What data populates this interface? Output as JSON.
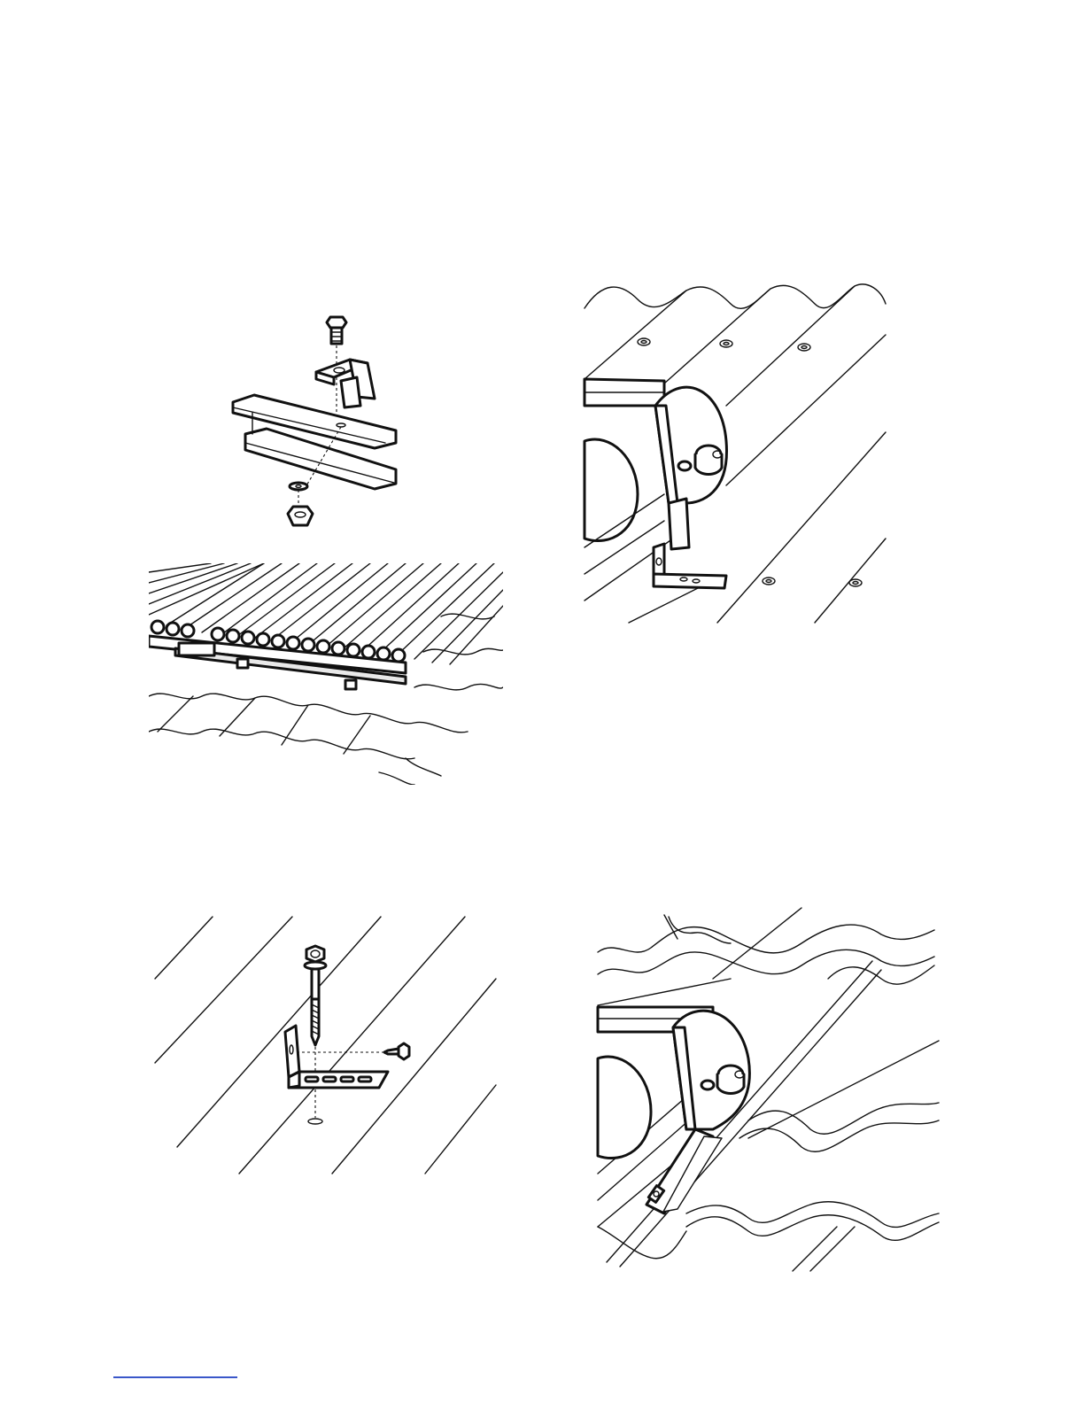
{
  "page": {
    "footer_link_color": "#3a57c9"
  },
  "figures": [
    {
      "name": "bracket-bolt-assembly"
    },
    {
      "name": "collector-on-tile-roof"
    },
    {
      "name": "collector-frame-on-corrugated-roof"
    },
    {
      "name": "angle-bracket-screw-assembly"
    },
    {
      "name": "collector-frame-on-tile-roof"
    }
  ]
}
